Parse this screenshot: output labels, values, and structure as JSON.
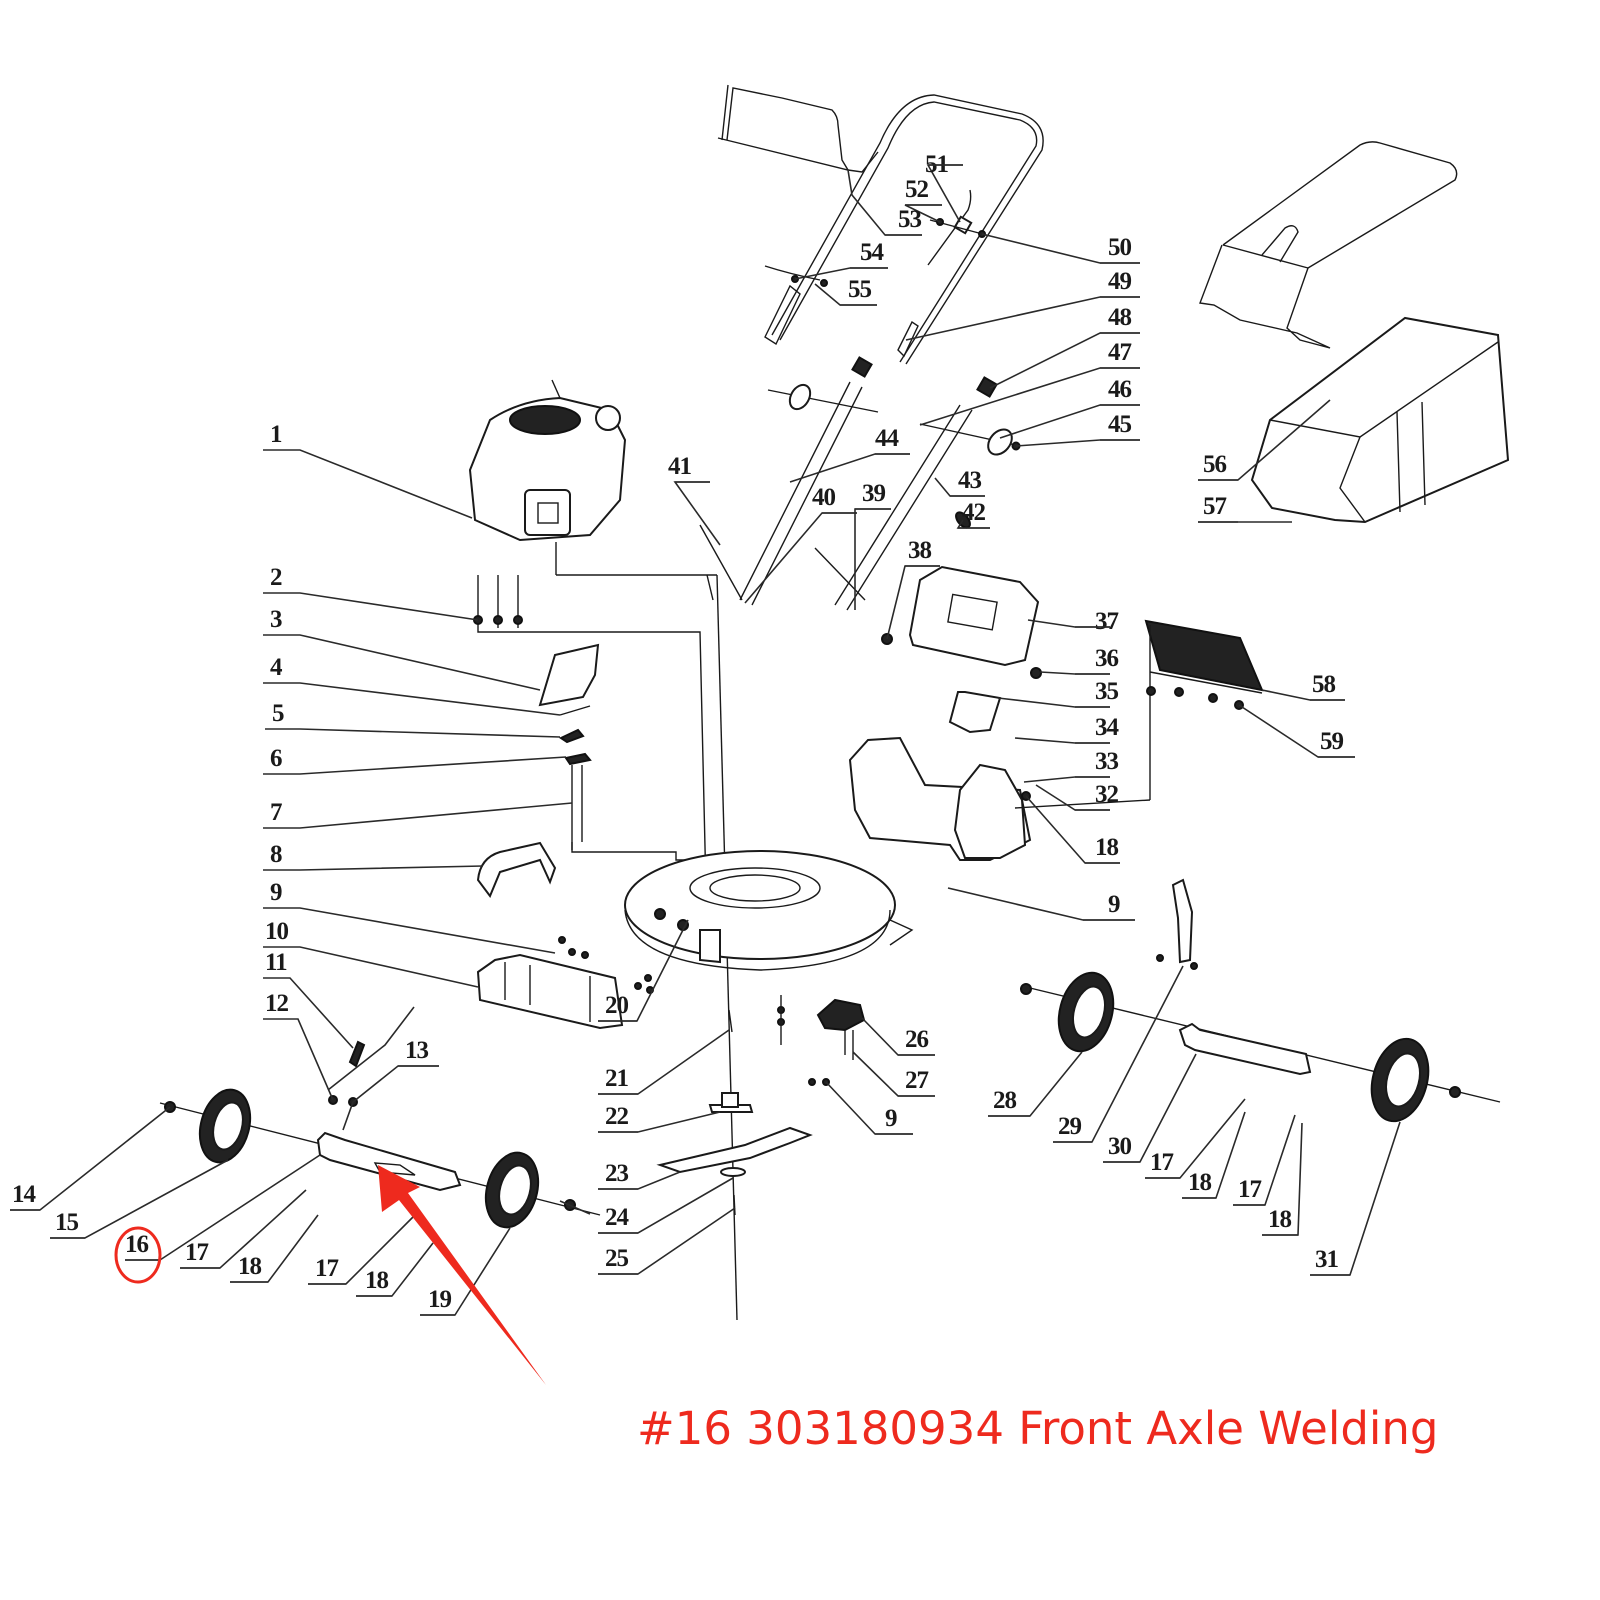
{
  "diagram": {
    "title": "Lawn mower exploded parts diagram",
    "highlight_color": "#ee2a1e",
    "highlighted_part": "16",
    "callouts": [
      {
        "id": "c1",
        "num": "1",
        "part": "engine"
      },
      {
        "id": "c2",
        "num": "2",
        "part": "engine-bolts"
      },
      {
        "id": "c3",
        "num": "3",
        "part": "rear-flap"
      },
      {
        "id": "c4",
        "num": "4",
        "part": "flap-rod"
      },
      {
        "id": "c5",
        "num": "5",
        "part": "spring"
      },
      {
        "id": "c6",
        "num": "6",
        "part": "bracket"
      },
      {
        "id": "c7",
        "num": "7",
        "part": "screws"
      },
      {
        "id": "c8",
        "num": "8",
        "part": "side-guard"
      },
      {
        "id": "c9a",
        "num": "9",
        "part": "nuts"
      },
      {
        "id": "c10",
        "num": "10",
        "part": "front-cover"
      },
      {
        "id": "c11",
        "num": "11",
        "part": "height-lever"
      },
      {
        "id": "c12",
        "num": "12",
        "part": "lever-bolt"
      },
      {
        "id": "c13",
        "num": "13",
        "part": "lever-nut"
      },
      {
        "id": "c14",
        "num": "14",
        "part": "wheel-bolt"
      },
      {
        "id": "c15",
        "num": "15",
        "part": "front-wheel-left"
      },
      {
        "id": "c16",
        "num": "16",
        "part": "front-axle-welding"
      },
      {
        "id": "c17a",
        "num": "17",
        "part": "clip"
      },
      {
        "id": "c18a",
        "num": "18",
        "part": "screw"
      },
      {
        "id": "c17b",
        "num": "17",
        "part": "clip"
      },
      {
        "id": "c18b",
        "num": "18",
        "part": "screw"
      },
      {
        "id": "c19",
        "num": "19",
        "part": "front-wheel-right"
      },
      {
        "id": "c20",
        "num": "20",
        "part": "deck"
      },
      {
        "id": "c21",
        "num": "21",
        "part": "key"
      },
      {
        "id": "c22",
        "num": "22",
        "part": "blade-adapter"
      },
      {
        "id": "c23",
        "num": "23",
        "part": "blade"
      },
      {
        "id": "c24",
        "num": "24",
        "part": "washer"
      },
      {
        "id": "c25",
        "num": "25",
        "part": "blade-bolt"
      },
      {
        "id": "c26",
        "num": "26",
        "part": "bracket"
      },
      {
        "id": "c27",
        "num": "27",
        "part": "bolt"
      },
      {
        "id": "c9b",
        "num": "9",
        "part": "nuts"
      },
      {
        "id": "c28",
        "num": "28",
        "part": "rear-wheel-left"
      },
      {
        "id": "c29",
        "num": "29",
        "part": "rear-lever"
      },
      {
        "id": "c30",
        "num": "30",
        "part": "rear-axle"
      },
      {
        "id": "c17c",
        "num": "17",
        "part": "clip"
      },
      {
        "id": "c18c",
        "num": "18",
        "part": "screw"
      },
      {
        "id": "c17d",
        "num": "17",
        "part": "clip"
      },
      {
        "id": "c18d",
        "num": "18",
        "part": "screw"
      },
      {
        "id": "c31",
        "num": "31",
        "part": "rear-wheel-right"
      },
      {
        "id": "c9c",
        "num": "9",
        "part": "nuts"
      },
      {
        "id": "c18e",
        "num": "18",
        "part": "screw"
      },
      {
        "id": "c32",
        "num": "32",
        "part": "nut"
      },
      {
        "id": "c33",
        "num": "33",
        "part": "rear-housing"
      },
      {
        "id": "c34",
        "num": "34",
        "part": "bolt"
      },
      {
        "id": "c35",
        "num": "35",
        "part": "cover"
      },
      {
        "id": "c36",
        "num": "36",
        "part": "knob"
      },
      {
        "id": "c37",
        "num": "37",
        "part": "rear-cover"
      },
      {
        "id": "c38",
        "num": "38",
        "part": "knob"
      },
      {
        "id": "c39",
        "num": "39",
        "part": "bolt"
      },
      {
        "id": "c40",
        "num": "40",
        "part": "lower-handle-left"
      },
      {
        "id": "c41",
        "num": "41",
        "part": "bolt"
      },
      {
        "id": "c42",
        "num": "42",
        "part": "cable-clip"
      },
      {
        "id": "c43",
        "num": "43",
        "part": "lower-handle-right"
      },
      {
        "id": "c44",
        "num": "44",
        "part": "lower-handle-tube"
      },
      {
        "id": "c45",
        "num": "45",
        "part": "nut"
      },
      {
        "id": "c46",
        "num": "46",
        "part": "handle-knob"
      },
      {
        "id": "c47",
        "num": "47",
        "part": "bolt"
      },
      {
        "id": "c48",
        "num": "48",
        "part": "bushing"
      },
      {
        "id": "c49",
        "num": "49",
        "part": "upper-handle"
      },
      {
        "id": "c50",
        "num": "50",
        "part": "bolt"
      },
      {
        "id": "c51",
        "num": "51",
        "part": "starter-rope-guide"
      },
      {
        "id": "c52",
        "num": "52",
        "part": "nut"
      },
      {
        "id": "c53",
        "num": "53",
        "part": "cable"
      },
      {
        "id": "c54",
        "num": "54",
        "part": "cable-tie"
      },
      {
        "id": "c55",
        "num": "55",
        "part": "clip"
      },
      {
        "id": "c56",
        "num": "56",
        "part": "grass-bag-frame"
      },
      {
        "id": "c57",
        "num": "57",
        "part": "grass-bag"
      },
      {
        "id": "c58",
        "num": "58",
        "part": "mulch-plate"
      },
      {
        "id": "c59",
        "num": "59",
        "part": "screws"
      }
    ]
  },
  "caption": {
    "text": "#16 303180934 Front Axle Welding",
    "part_number": "16",
    "sku": "303180934",
    "name": "Front Axle Welding"
  }
}
